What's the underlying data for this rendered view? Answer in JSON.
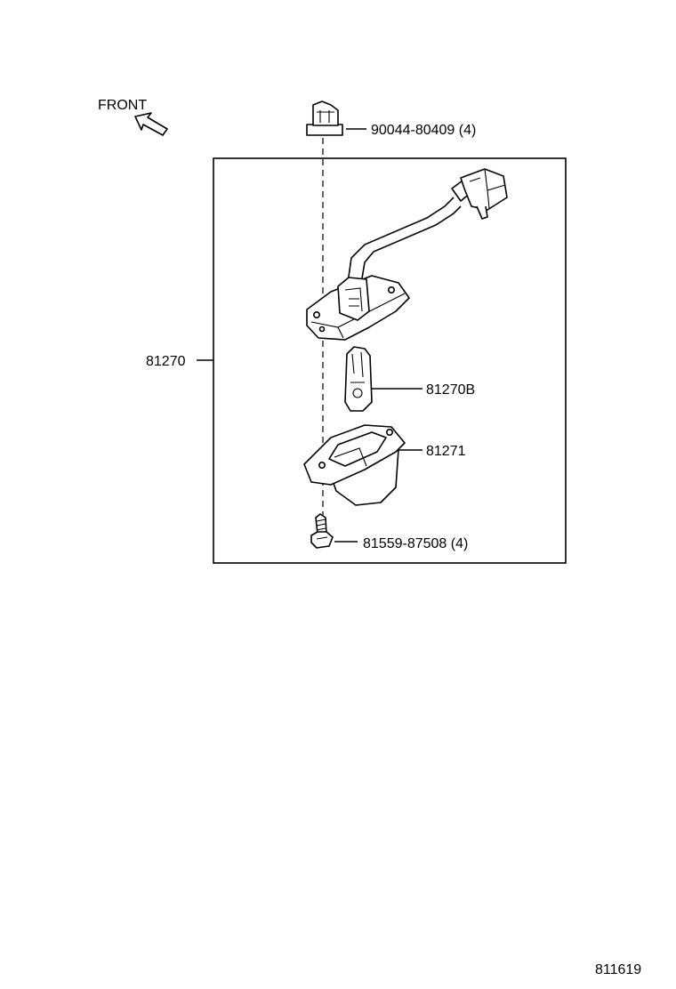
{
  "diagram": {
    "front_label": "FRONT",
    "colors": {
      "ink": "#000000",
      "paper": "#ffffff"
    },
    "icons": [
      "front-direction-arrow-icon",
      "clip-icon",
      "connector-icon",
      "lamp-housing-icon",
      "bulb-icon",
      "lens-cover-icon",
      "screw-icon"
    ],
    "callouts": {
      "clip": "90044-80409 (4)",
      "assembly": "81270",
      "bulb": "81270B",
      "cover": "81271",
      "screw": "81559-87508 (4)"
    },
    "page_code": "811619"
  }
}
